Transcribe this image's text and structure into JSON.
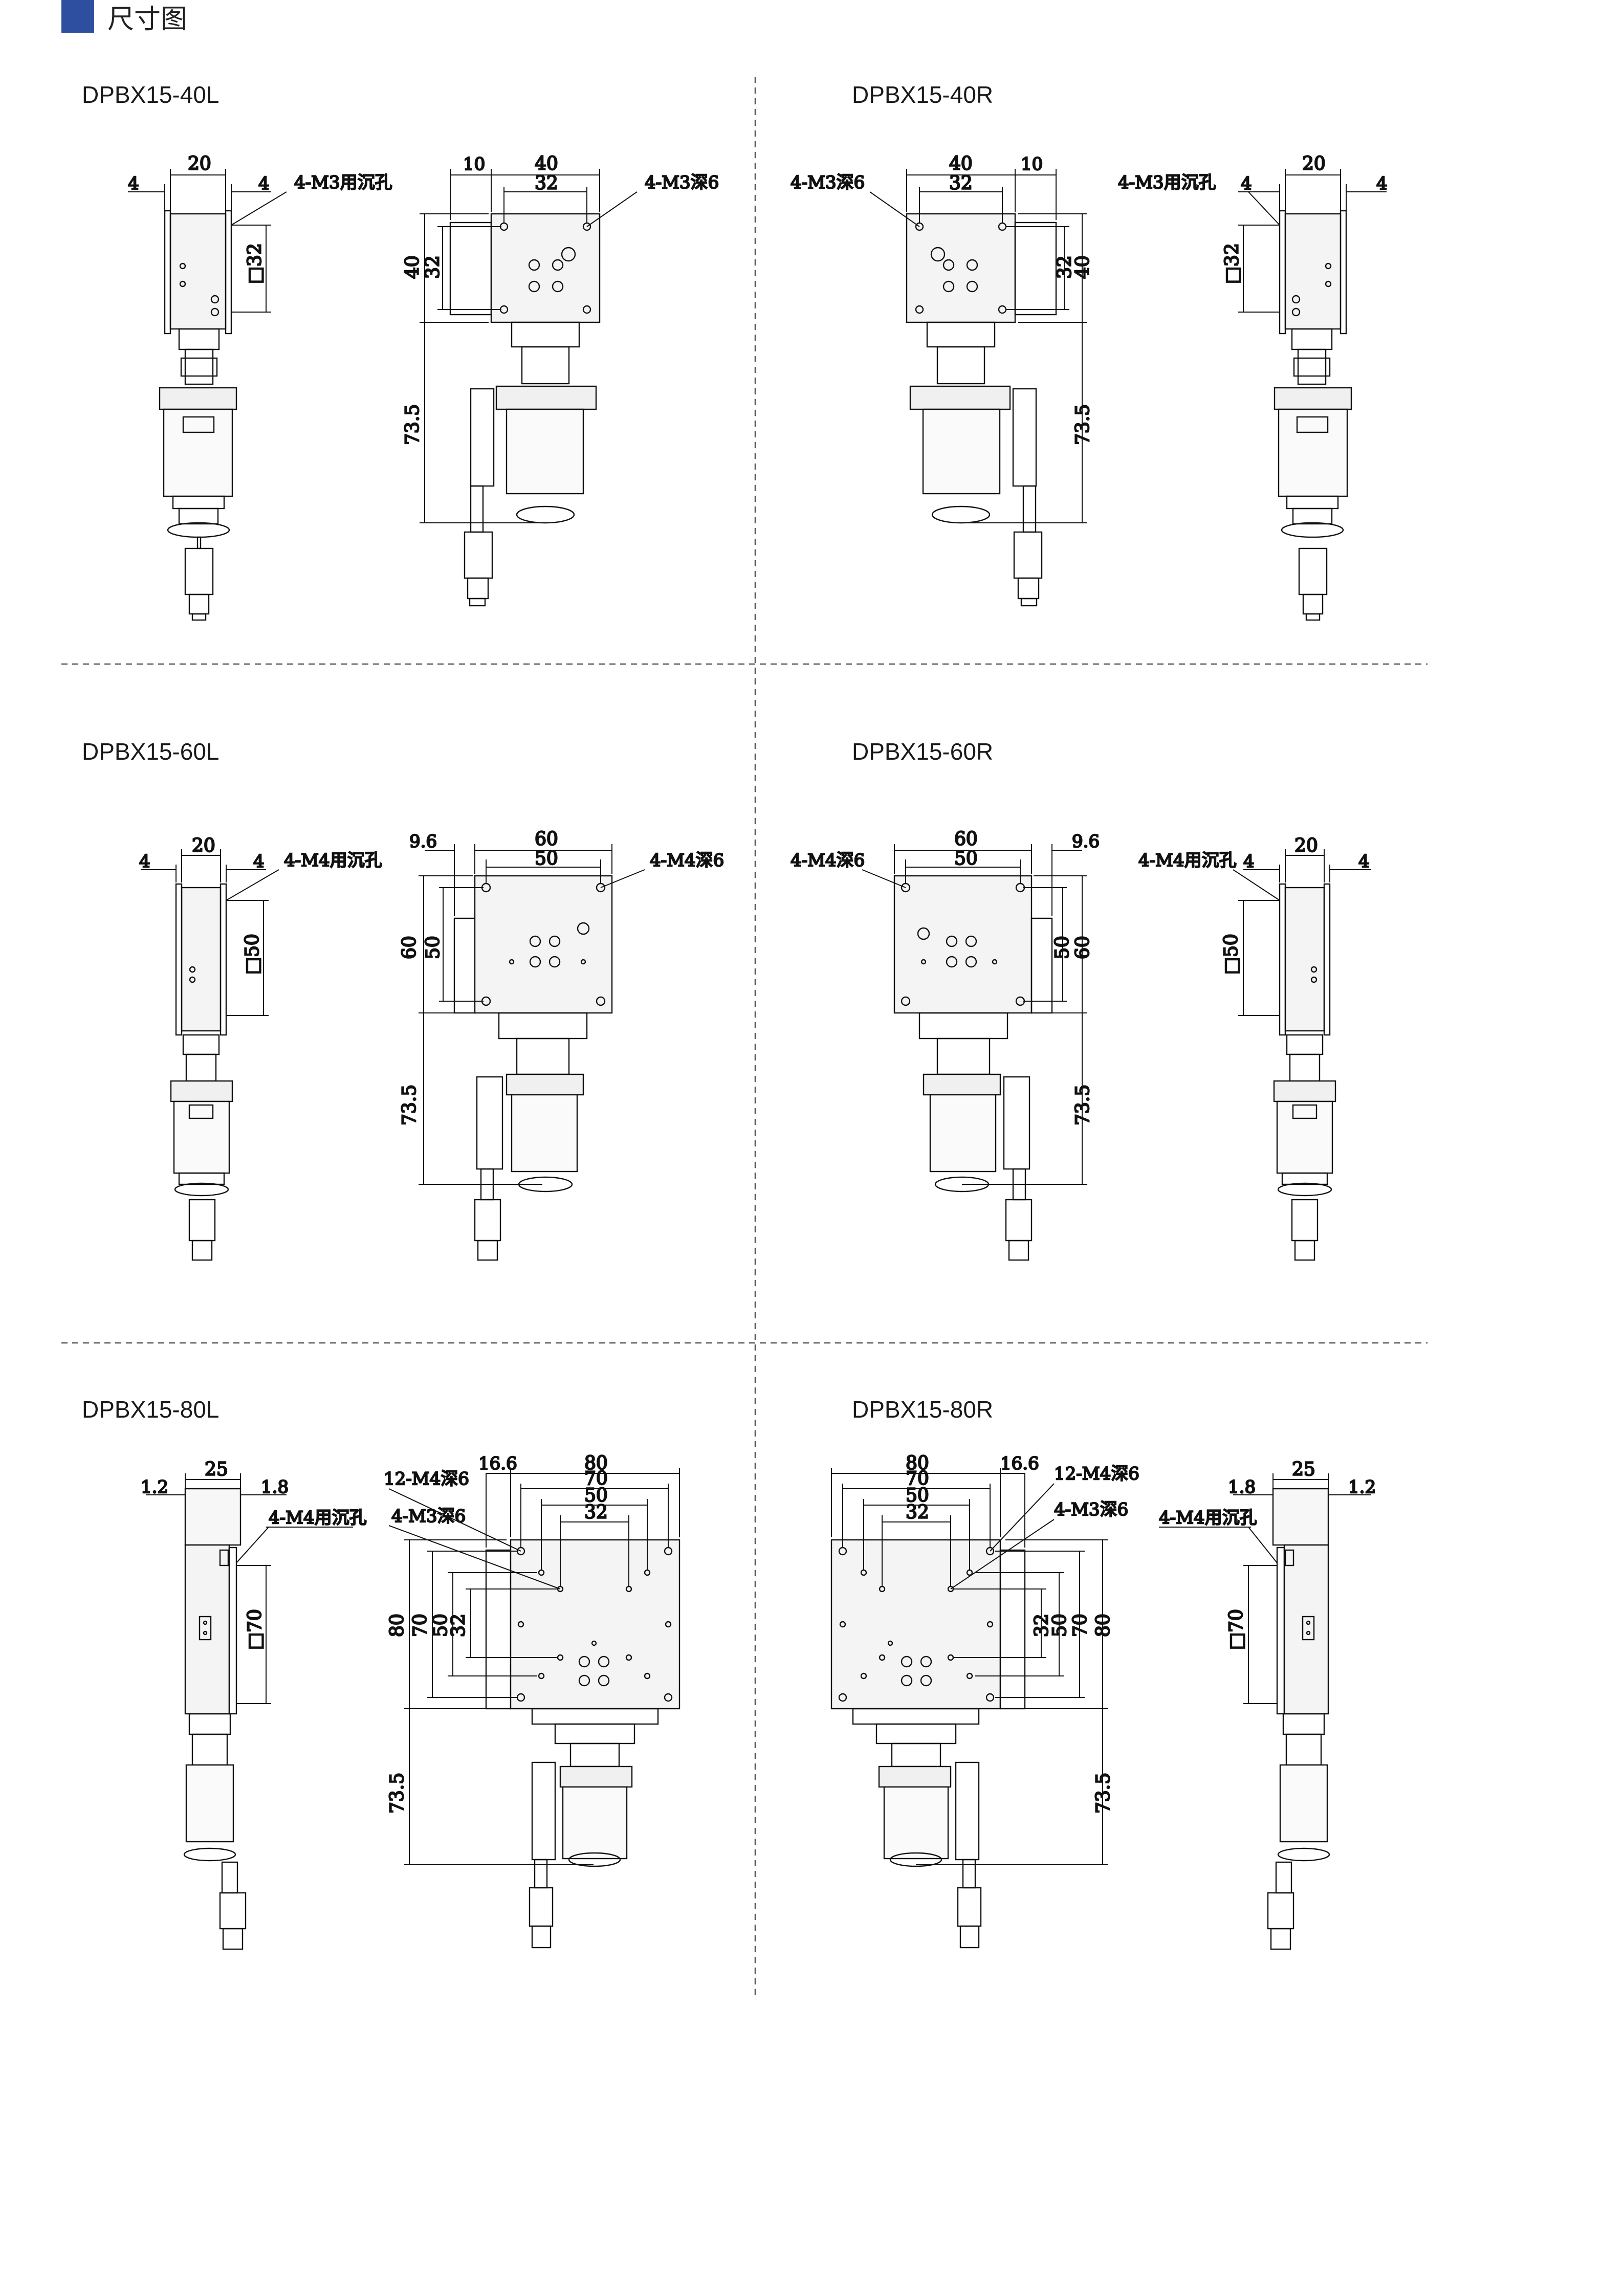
{
  "section": {
    "title": "尺寸图",
    "accent": "#2e4fa0"
  },
  "panels": [
    {
      "model": "DPBX15-40L",
      "side": {
        "width": "20",
        "gap_left": "4",
        "gap_right": "4",
        "hole_note": "4-M3用沉孔",
        "square": "□32"
      },
      "top": {
        "dim_width": "40",
        "dim_inner": "32",
        "dim_offset": "10",
        "dim_height": "40",
        "dim_inner_h": "32",
        "dim_motor": "73.5",
        "hole_note": "4-M3深6"
      }
    },
    {
      "model": "DPBX15-40R",
      "side": {
        "width": "20",
        "gap_left": "4",
        "gap_right": "4",
        "hole_note": "4-M3用沉孔",
        "square": "□32"
      },
      "top": {
        "dim_width": "40",
        "dim_inner": "32",
        "dim_offset": "10",
        "dim_height": "40",
        "dim_inner_h": "32",
        "dim_motor": "73.5",
        "hole_note": "4-M3深6"
      }
    },
    {
      "model": "DPBX15-60L",
      "side": {
        "width": "20",
        "gap_left": "4",
        "gap_right": "4",
        "hole_note": "4-M4用沉孔",
        "square": "□50"
      },
      "top": {
        "dim_width": "60",
        "dim_inner": "50",
        "dim_offset": "9.6",
        "dim_height": "60",
        "dim_inner_h": "50",
        "dim_motor": "73.5",
        "hole_note": "4-M4深6"
      }
    },
    {
      "model": "DPBX15-60R",
      "side": {
        "width": "20",
        "gap_left": "4",
        "gap_right": "4",
        "hole_note": "4-M4用沉孔",
        "square": "□50"
      },
      "top": {
        "dim_width": "60",
        "dim_inner": "50",
        "dim_offset": "9.6",
        "dim_height": "60",
        "dim_inner_h": "50",
        "dim_motor": "73.5",
        "hole_note": "4-M4深6"
      }
    },
    {
      "model": "DPBX15-80L",
      "side": {
        "width": "25",
        "gap_left": "1.2",
        "gap_right": "1.8",
        "hole_note": "4-M4用沉孔",
        "square": "□70"
      },
      "top": {
        "dim_width": "80",
        "dim_w70": "70",
        "dim_w50": "50",
        "dim_w32": "32",
        "dim_offset": "16.6",
        "dim_h80": "80",
        "dim_h70": "70",
        "dim_h50": "50",
        "dim_h32": "32",
        "dim_motor": "73.5",
        "hole_note_a": "12-M4深6",
        "hole_note_b": "4-M3深6"
      }
    },
    {
      "model": "DPBX15-80R",
      "side": {
        "width": "25",
        "gap_left": "1.8",
        "gap_right": "1.2",
        "hole_note": "4-M4用沉孔",
        "square": "□70"
      },
      "top": {
        "dim_width": "80",
        "dim_w70": "70",
        "dim_w50": "50",
        "dim_w32": "32",
        "dim_offset": "16.6",
        "dim_h80": "80",
        "dim_h70": "70",
        "dim_h50": "50",
        "dim_h32": "32",
        "dim_motor": "73.5",
        "hole_note_a": "12-M4深6",
        "hole_note_b": "4-M3深6"
      }
    }
  ]
}
